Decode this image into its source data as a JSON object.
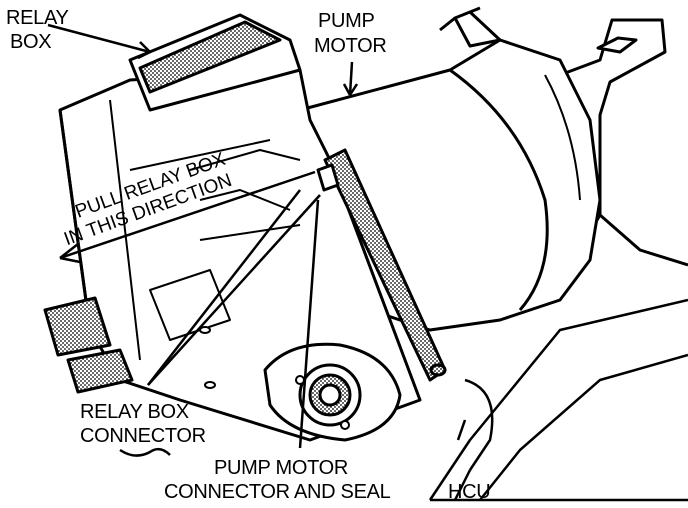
{
  "diagram": {
    "labels": {
      "relay_box_line1": "RELAY",
      "relay_box_line2": "BOX",
      "pump_motor_line1": "PUMP",
      "pump_motor_line2": "MOTOR",
      "pull_direction_line1": "PULL RELAY BOX",
      "pull_direction_line2": "IN THIS DIRECTION",
      "relay_box_connector_line1": "RELAY BOX",
      "relay_box_connector_line2": "CONNECTOR",
      "pump_motor_connector_line1": "PUMP MOTOR",
      "pump_motor_connector_line2": "CONNECTOR AND SEAL",
      "hcu": "HCU"
    },
    "colors": {
      "ink": "#000000",
      "paper": "#ffffff",
      "hatch": "#7a7a7a"
    }
  }
}
